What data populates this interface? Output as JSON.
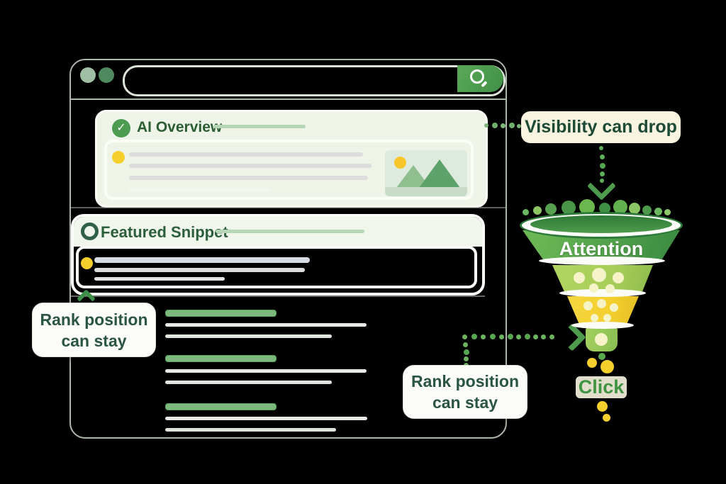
{
  "browser": {
    "search_button_icon": "magnifier"
  },
  "ai_overview_card": {
    "title": "AI Overview",
    "icon": "check-circle"
  },
  "featured_snippet_card": {
    "title": "Featured Snippet",
    "icon": "magnifier"
  },
  "annotations": {
    "visibility": "Visibility can drop",
    "rank_position": {
      "line1": "Rank position",
      "line2": "can stay"
    }
  },
  "funnel": {
    "top_label": "Attention",
    "bottom_label": "Click",
    "stage_colors": [
      "#52a14b",
      "#a6ce58",
      "#f3cf2e",
      "#93c556"
    ]
  },
  "colors": {
    "accent_green": "#4e9b4e",
    "dark_green_text": "#2a5a3c",
    "yellow_dot": "#f5d02c",
    "cream_note": "#f8f4e0",
    "result_link_green": "#7bb97d"
  }
}
